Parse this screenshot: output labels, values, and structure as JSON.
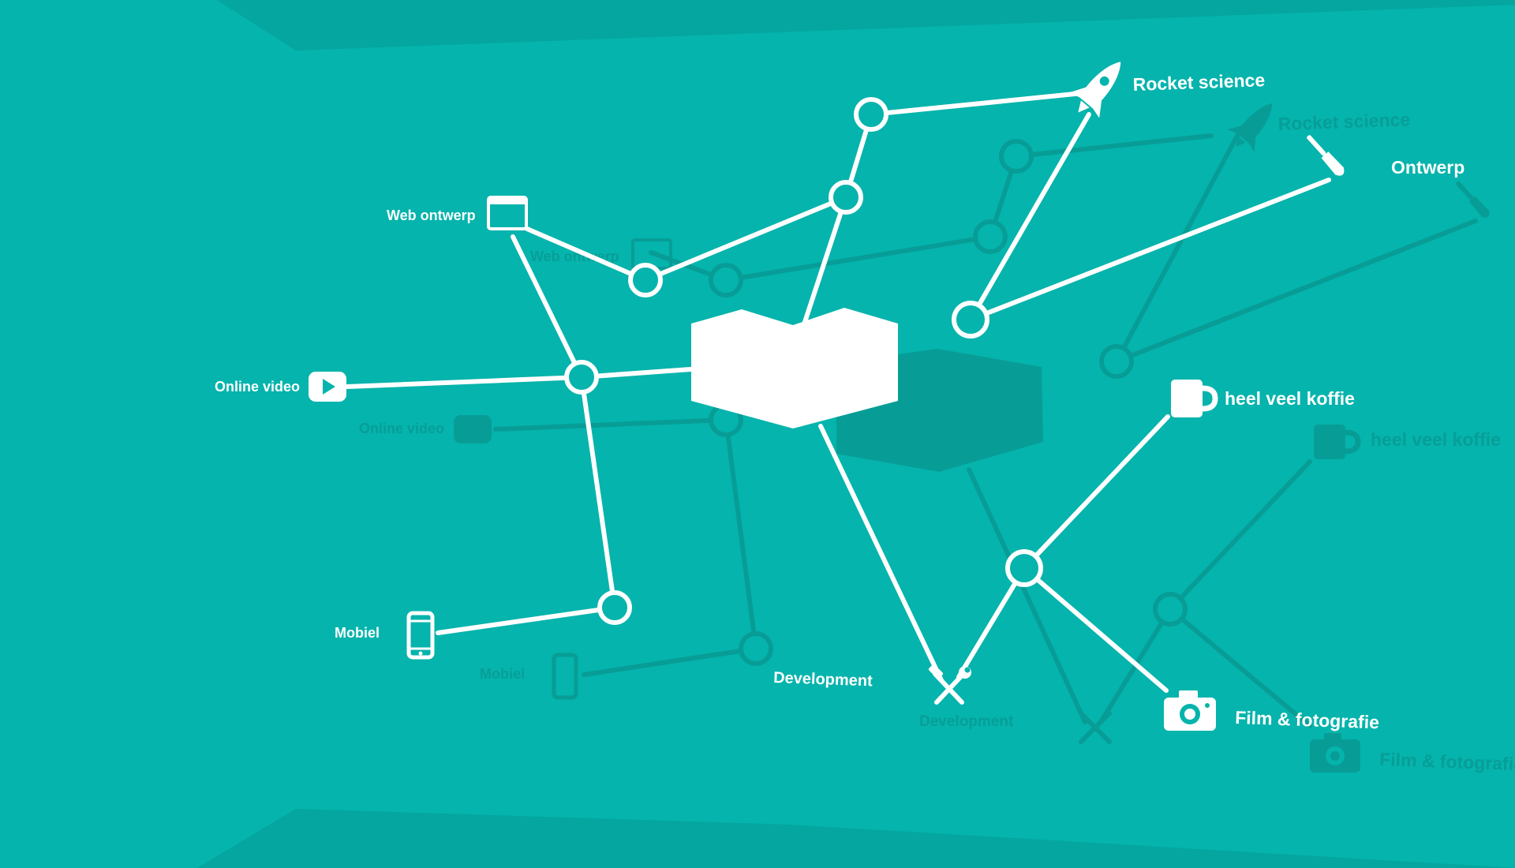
{
  "diagram": {
    "nodes": [
      {
        "key": "rocket",
        "label": "Rocket science",
        "icon": "rocket-icon"
      },
      {
        "key": "design",
        "label": "Ontwerp",
        "icon": "paintbrush-icon"
      },
      {
        "key": "web",
        "label": "Web ontwerp",
        "icon": "browser-window-icon"
      },
      {
        "key": "video",
        "label": "Online video",
        "icon": "play-button-icon"
      },
      {
        "key": "mobile",
        "label": "Mobiel",
        "icon": "smartphone-icon"
      },
      {
        "key": "dev",
        "label": "Development",
        "icon": "hammer-wrench-icon"
      },
      {
        "key": "coffee",
        "label": "heel veel koffie",
        "icon": "coffee-mug-icon"
      },
      {
        "key": "film",
        "label": "Film & fotografie",
        "icon": "camera-icon"
      }
    ],
    "hub": {
      "icon": "logo-shape"
    },
    "colors": {
      "background": "#05b4ac",
      "foreground": "#ffffff",
      "shadow": "#079d96",
      "band": "#04a69f"
    }
  }
}
